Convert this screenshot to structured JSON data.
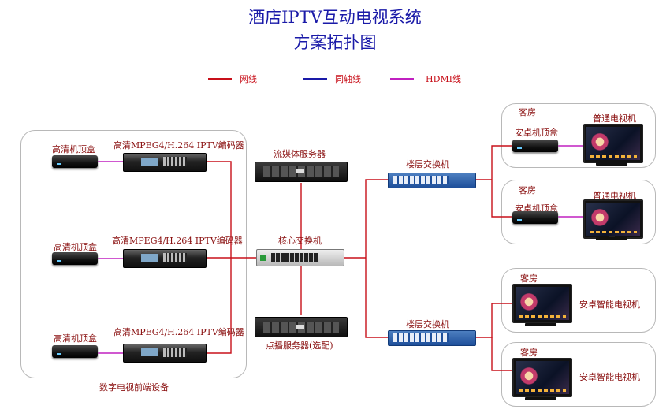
{
  "title": {
    "line1": "酒店IPTV互动电视系统",
    "line2": "方案拓扑图"
  },
  "legend": [
    {
      "label": "网线",
      "color": "#c8101a"
    },
    {
      "label": "同轴线",
      "color": "#1a1aa8"
    },
    {
      "label": "HDMI线",
      "color": "#c020c0"
    }
  ],
  "headend": {
    "group_label": "数字电视前端设备",
    "stb_label": "高清机顶盒",
    "encoder_label": "高清MPEG4/H.264 IPTV编码器"
  },
  "center": {
    "streaming_server": "流媒体服务器",
    "core_switch": "核心交换机",
    "vod_server": "点播服务器(选配)"
  },
  "floor_switch_label": "楼层交换机",
  "rooms": [
    {
      "room_label": "客房",
      "stb_label": "安卓机顶盒",
      "tv_label": "普通电视机"
    },
    {
      "room_label": "客房",
      "stb_label": "安卓机顶盒",
      "tv_label": "普通电视机"
    },
    {
      "room_label": "客房",
      "tv_label": "安卓智能电视机"
    },
    {
      "room_label": "客房",
      "tv_label": "安卓智能电视机"
    }
  ]
}
